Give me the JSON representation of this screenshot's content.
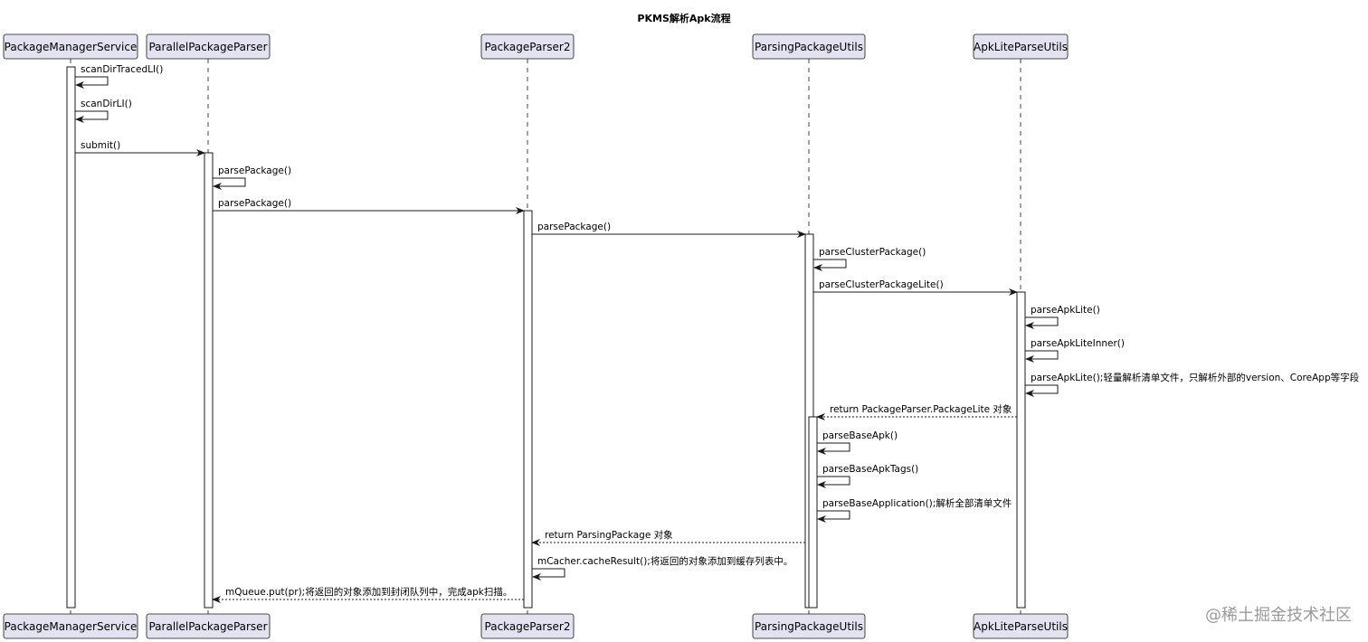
{
  "title": "PKMS解析Apk流程",
  "participants": [
    {
      "id": "pms",
      "label": "PackageManagerService"
    },
    {
      "id": "ppp",
      "label": "ParallelPackageParser"
    },
    {
      "id": "pp2",
      "label": "PackageParser2"
    },
    {
      "id": "ppu",
      "label": "ParsingPackageUtils"
    },
    {
      "id": "alpu",
      "label": "ApkLiteParseUtils"
    }
  ],
  "messages": [
    {
      "from": "pms",
      "to": "pms",
      "label": "scanDirTracedLI()",
      "kind": "call"
    },
    {
      "from": "pms",
      "to": "pms",
      "label": "scanDirLI()",
      "kind": "call"
    },
    {
      "from": "pms",
      "to": "ppp",
      "label": "submit()",
      "kind": "call"
    },
    {
      "from": "ppp",
      "to": "ppp",
      "label": "parsePackage()",
      "kind": "call"
    },
    {
      "from": "ppp",
      "to": "pp2",
      "label": "parsePackage()",
      "kind": "call"
    },
    {
      "from": "pp2",
      "to": "ppu",
      "label": "parsePackage()",
      "kind": "call"
    },
    {
      "from": "ppu",
      "to": "ppu",
      "label": "parseClusterPackage()",
      "kind": "call"
    },
    {
      "from": "ppu",
      "to": "alpu",
      "label": "parseClusterPackageLite()",
      "kind": "call"
    },
    {
      "from": "alpu",
      "to": "alpu",
      "label": "parseApkLite()",
      "kind": "call"
    },
    {
      "from": "alpu",
      "to": "alpu",
      "label": "parseApkLiteInner()",
      "kind": "call"
    },
    {
      "from": "alpu",
      "to": "alpu",
      "label": "parseApkLite();轻量解析清单文件，只解析外部的version、CoreApp等字段",
      "kind": "call"
    },
    {
      "from": "alpu",
      "to": "ppu",
      "label": "return PackageParser.PackageLite 对象",
      "kind": "return"
    },
    {
      "from": "ppu",
      "to": "ppu",
      "label": "parseBaseApk()",
      "kind": "call"
    },
    {
      "from": "ppu",
      "to": "ppu",
      "label": "parseBaseApkTags()",
      "kind": "call"
    },
    {
      "from": "ppu",
      "to": "ppu",
      "label": "parseBaseApplication();解析全部清单文件",
      "kind": "call"
    },
    {
      "from": "ppu",
      "to": "pp2",
      "label": "return ParsingPackage 对象",
      "kind": "return"
    },
    {
      "from": "pp2",
      "to": "pp2",
      "label": "mCacher.cacheResult();将返回的对象添加到缓存列表中。",
      "kind": "call"
    },
    {
      "from": "pp2",
      "to": "ppp",
      "label": "mQueue.put(pr);将返回的对象添加到封闭队列中，完成apk扫描。",
      "kind": "return"
    }
  ],
  "watermark": "@稀土掘金技术社区",
  "colors": {
    "participant_fill": "#e2e2f0",
    "participant_border": "#181818",
    "lifeline": "#181818",
    "activation_fill": "#ffffff"
  }
}
